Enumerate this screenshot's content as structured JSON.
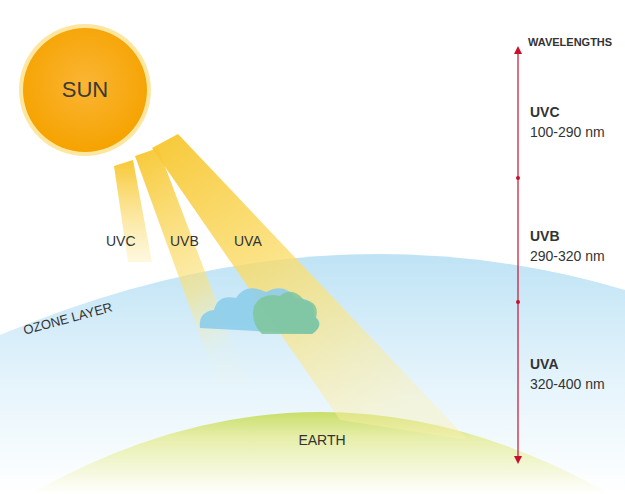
{
  "diagram": {
    "nodes": [
      {
        "text": [
          "SUN"
        ]
      },
      {
        "text": [
          "OZONE LAYER"
        ]
      },
      {
        "text": [
          "EARTH"
        ]
      }
    ],
    "labels": [
      "UVC",
      "UVB",
      "UVA",
      "WAVELENGTHS",
      "UVC",
      "100-290 nm",
      "UVB",
      "290-320 nm",
      "UVA",
      "320-400 nm"
    ]
  }
}
